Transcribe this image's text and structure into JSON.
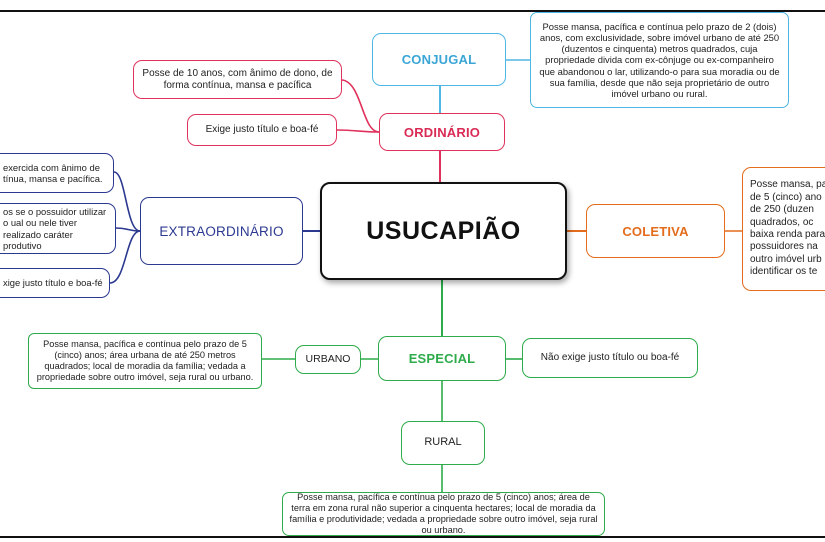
{
  "central": "USUCAPIÃO",
  "branches": {
    "conjugal": {
      "label": "CONJUGAL",
      "note": "Posse mansa, pacífica e contínua pelo prazo de 2 (dois) anos, com exclusividade, sobre imóvel urbano de até 250 (duzentos e cinquenta) metros quadrados, cuja propriedade divida com ex-cônjuge ou ex-companheiro que abandonou o lar, utilizando-o para sua moradia ou de sua família, desde que não seja proprietário de outro imóvel urbano ou rural."
    },
    "ordinario": {
      "label": "ORDINÁRIO",
      "notes": [
        "Posse de 10 anos, com ânimo de dono, de forma contínua, mansa e pacífica",
        "Exige justo título e boa-fé"
      ]
    },
    "extraordinario": {
      "label": "EXTRAORDINÁRIO",
      "notes": [
        "exercida com ânimo de tínua, mansa e pacífica.",
        "os se o possuidor utilizar o ual ou nele tiver realizado caráter produtivo",
        "xige justo título e boa-fé"
      ]
    },
    "coletiva": {
      "label": "COLETIVA",
      "note": "Posse mansa, pa de 5 (cinco) ano de 250 (duzen quadrados, oc baixa renda para possuidores na outro imóvel urb identificar os te"
    },
    "especial": {
      "label": "ESPECIAL",
      "note": "Não exige justo título ou boa-fé",
      "urbano": {
        "label": "URBANO",
        "note": "Posse mansa, pacífica e contínua pelo prazo de 5 (cinco) anos; área urbana de até 250 metros quadrados; local de moradia da família; vedada a propriedade sobre outro imóvel, seja rural ou urbano."
      },
      "rural": {
        "label": "RURAL",
        "note": "Posse mansa, pacífica e contínua pelo prazo de 5 (cinco) anos; área de terra em zona rural não superior a cinquenta hectares; local de moradia da família e produtividade; vedada a propriedade sobre outro imóvel, seja rural ou urbano."
      }
    }
  },
  "colors": {
    "conjugal": "#4fb7e4",
    "ordinario": "#e0325c",
    "extraordinario": "#2b3990",
    "coletiva": "#e36c1d",
    "especial": "#2eab4a",
    "central": "#111111"
  }
}
